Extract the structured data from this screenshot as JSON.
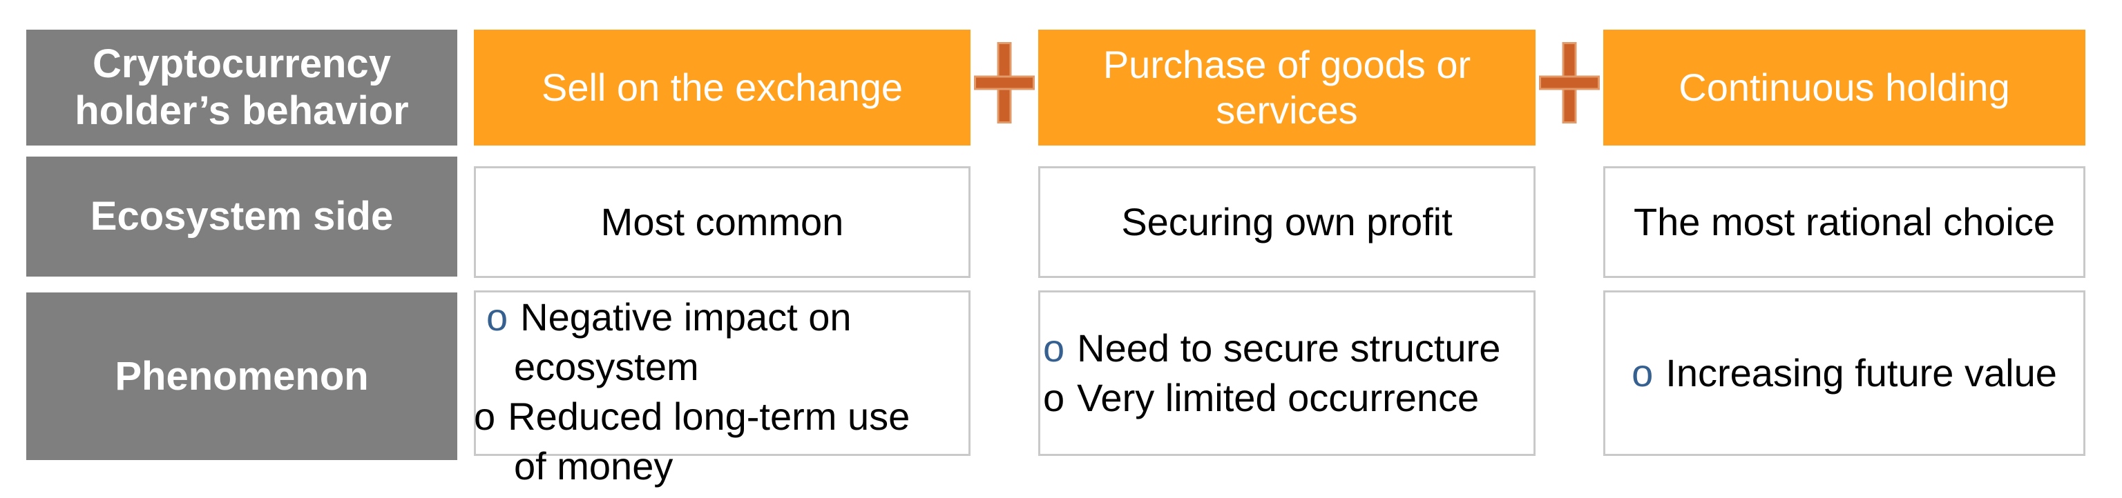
{
  "colors": {
    "label_fill": "#7F7F7F",
    "label_text": "#FFFFFF",
    "header_fill": "#FFA01E",
    "header_text": "#FFFFFF",
    "cell_border": "#C9C9C9",
    "cell_text": "#000000",
    "plus_sign": "#CC6029",
    "plus_halo": "#E29B68",
    "bullet_primary": "#35608F",
    "bullet_secondary": "#000000"
  },
  "rows": {
    "behavior": {
      "label": "Cryptocurrency holder’s behavior",
      "connector": "+",
      "cells": [
        "Sell on the exchange",
        "Purchase of goods or services",
        "Continuous holding"
      ]
    },
    "ecosystem": {
      "label": "Ecosystem side",
      "cells": [
        "Most common",
        "Securing own profit",
        "The most rational choice"
      ]
    },
    "phenomenon": {
      "label": "Phenomenon",
      "cells": [
        {
          "items": [
            {
              "bullet": "o",
              "text": "Negative impact on ecosystem"
            },
            {
              "bullet": "o",
              "text": "Reduced long-term use of money"
            }
          ]
        },
        {
          "items": [
            {
              "bullet": "o",
              "text": "Need to secure structure"
            },
            {
              "bullet": "o",
              "text": "Very limited occurrence"
            }
          ]
        },
        {
          "items": [
            {
              "bullet": "o",
              "text": "Increasing future value"
            }
          ]
        }
      ]
    }
  }
}
